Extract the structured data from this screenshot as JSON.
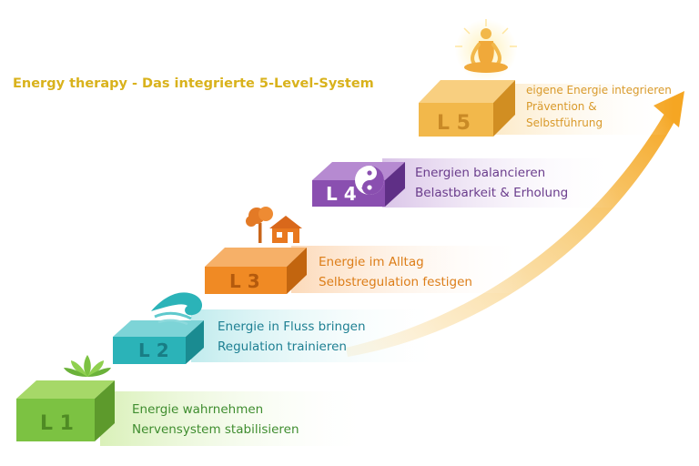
{
  "title": "Energy therapy - Das integrierte 5-Level-System",
  "levels": [
    {
      "label": "L 1",
      "line1": "Energie wahrnehmen",
      "line2": "Nervensystem stabilisieren",
      "line3": "",
      "color": "#7cc242",
      "icon": "lotus-icon"
    },
    {
      "label": "L 2",
      "line1": "Energie in Fluss bringen",
      "line2": "Regulation trainieren",
      "line3": "",
      "color": "#2bb3b8",
      "icon": "wave-icon"
    },
    {
      "label": "L 3",
      "line1": "Energie im Alltag",
      "line2": "Selbstregulation festigen",
      "line3": "",
      "color": "#f08a24",
      "icon": "tree-house-icon"
    },
    {
      "label": "L 4",
      "line1": "Energien balancieren",
      "line2": "Belastbarkeit & Erholung",
      "line3": "",
      "color": "#8a4fb0",
      "icon": "yin-yang-icon"
    },
    {
      "label": "L 5",
      "line1": "eigene Energie integrieren",
      "line2": "Prävention &",
      "line3": "Selbstführung",
      "color": "#f2b84b",
      "icon": "meditating-person-icon"
    }
  ],
  "arrow_color": "#f5b335"
}
